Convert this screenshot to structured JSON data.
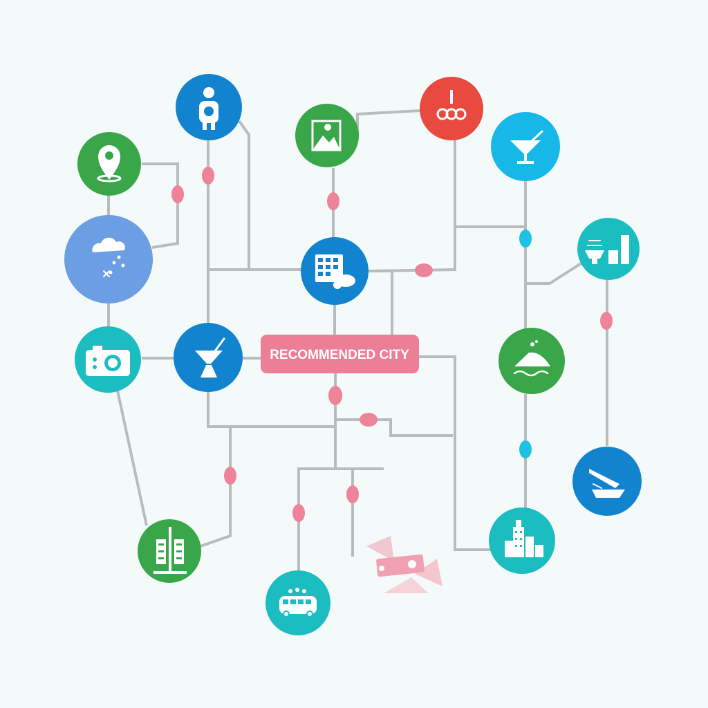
{
  "center_label": "RECOMMENDED CITY",
  "colors": {
    "background": "#f4fafa",
    "wire": "#b9bcbc",
    "label_bg": "#ec7f96",
    "pink_dot": "#ee8499",
    "cyan_dot": "#1ec3e3",
    "blue": "#1283cf",
    "green": "#3aa64a",
    "teal": "#1cbdc1",
    "sky": "#17b8e8",
    "periwinkle": "#6c9ee3",
    "red": "#e94a40"
  },
  "nodes": [
    {
      "id": "person-node",
      "icon": "person-icon",
      "color": "#1283cf"
    },
    {
      "id": "landscape-node",
      "icon": "landscape-icon",
      "color": "#3aa64a"
    },
    {
      "id": "restaurant-node",
      "icon": "restaurant-icon",
      "color": "#e94a40"
    },
    {
      "id": "cocktail-node-top",
      "icon": "cocktail-icon",
      "color": "#17b8e8"
    },
    {
      "id": "location-node",
      "icon": "location-pin-icon",
      "color": "#3aa64a"
    },
    {
      "id": "weather-node",
      "icon": "weather-cloud-icon",
      "color": "#6c9ee3"
    },
    {
      "id": "dining-node",
      "icon": "dining-icon",
      "color": "#1cbdc1"
    },
    {
      "id": "calendar-node",
      "icon": "calendar-icon",
      "color": "#1283cf"
    },
    {
      "id": "camera-node",
      "icon": "camera-icon",
      "color": "#1cbdc1"
    },
    {
      "id": "cocktail-node-center",
      "icon": "cocktail-icon",
      "color": "#1283cf"
    },
    {
      "id": "mountain-node",
      "icon": "mountain-icon",
      "color": "#3aa64a"
    },
    {
      "id": "boat-node",
      "icon": "boat-icon",
      "color": "#1283cf"
    },
    {
      "id": "factory-node",
      "icon": "factory-icon",
      "color": "#3aa64a"
    },
    {
      "id": "city-skyline-node",
      "icon": "city-skyline-icon",
      "color": "#1cbdc1"
    },
    {
      "id": "bus-node",
      "icon": "bus-icon",
      "color": "#1cbdc1"
    },
    {
      "id": "ticket-node",
      "icon": "ticket-icon",
      "color": "#f2a9b6"
    }
  ]
}
